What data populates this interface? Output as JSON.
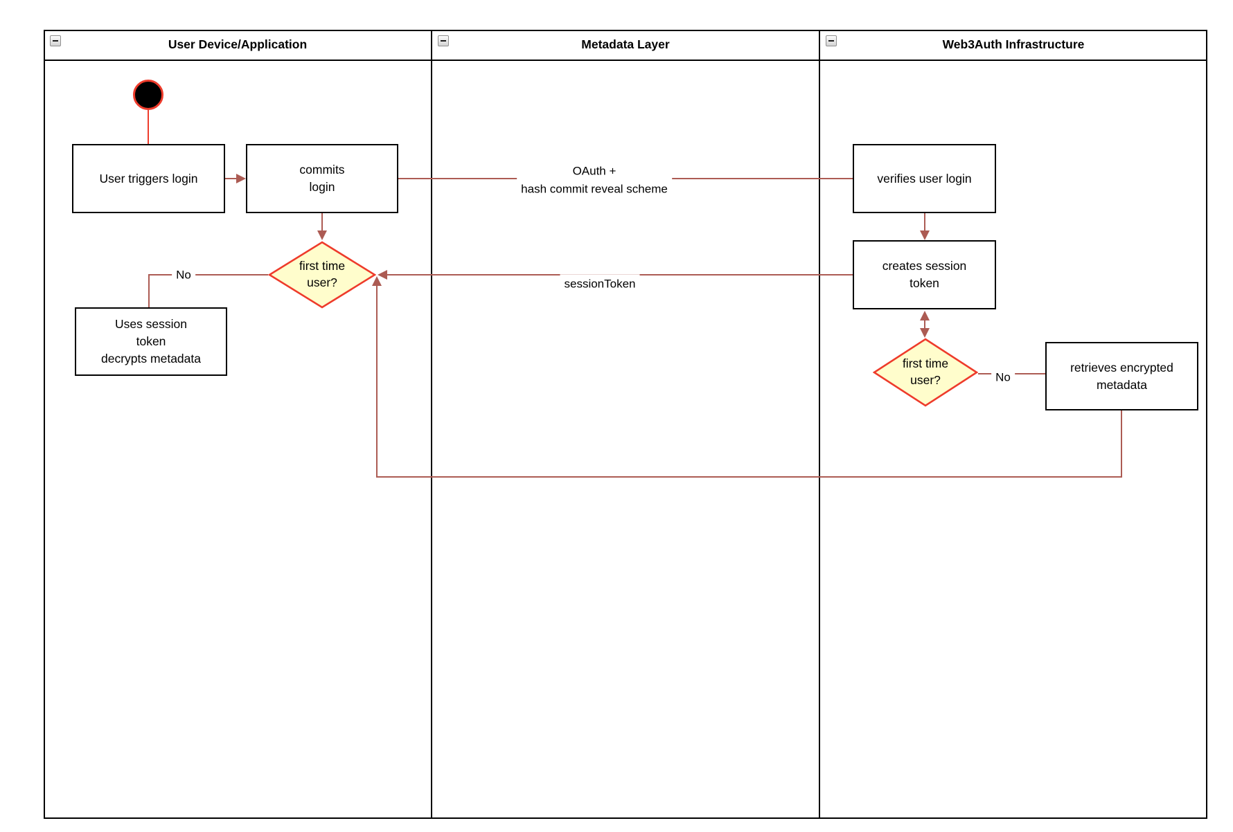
{
  "colors": {
    "connector": "#AC5B53",
    "accent_red": "#EE3B2B",
    "diamond_fill": "#FFFDCC",
    "node_border": "#000000",
    "node_fill": "#FFFFFF"
  },
  "lanes": [
    {
      "title": "User Device/Application"
    },
    {
      "title": "Metadata Layer"
    },
    {
      "title": "Web3Auth Infrastructure"
    }
  ],
  "nodes": {
    "user_triggers_login": "User triggers login",
    "commits_login": "commits\nlogin",
    "first_time_user_1": "first time\nuser?",
    "uses_session_token": "Uses session\ntoken\ndecrypts metadata",
    "verifies_user_login": "verifies user login",
    "creates_session_token": "creates session\ntoken",
    "first_time_user_2": "first time\nuser?",
    "retrieves_encrypted_metadata": "retrieves encrypted\nmetadata"
  },
  "edge_labels": {
    "oauth": "OAuth +\nhash commit reveal scheme",
    "session_token": "sessionToken",
    "no_left": "No",
    "no_right": "No"
  }
}
